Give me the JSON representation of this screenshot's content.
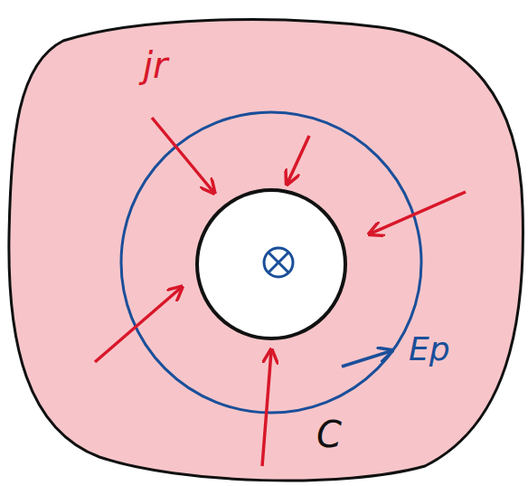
{
  "diagram": {
    "labels": [
      "jr",
      "Ep",
      "C"
    ]
  }
}
